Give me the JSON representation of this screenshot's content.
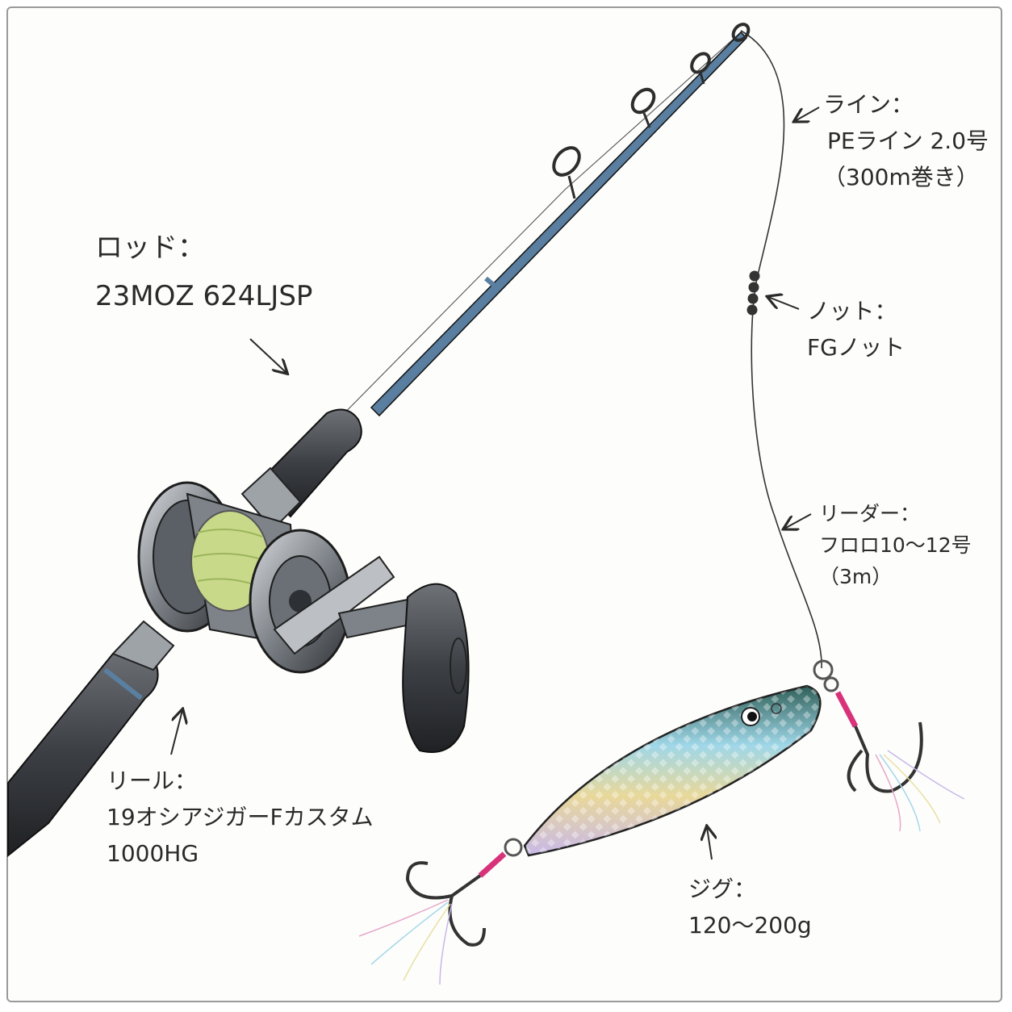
{
  "labels": {
    "rod": {
      "title": "ロッド：",
      "value": "23MOZ 624LJSP"
    },
    "reel": {
      "title": "リール：",
      "value1": "19オシアジガーFカスタム",
      "value2": "1000HG"
    },
    "line": {
      "title": "ライン：",
      "value1": "PEライン 2.0号",
      "value2": "（300m巻き）"
    },
    "knot": {
      "title": "ノット：",
      "value": "FGノット"
    },
    "leader": {
      "title": "リーダー：",
      "value1": "フロロ10〜12号",
      "value2": "（3m）"
    },
    "jig": {
      "title": "ジグ：",
      "value": "120〜200g"
    }
  },
  "colors": {
    "ink": "#2a2a2a",
    "grip": "#4a4d52",
    "reel_body": "#8d9196",
    "spool_line": "#c9d98a",
    "jig_back": "#2f5f58",
    "jig_belly": "#c8b8e8",
    "blank_accent": "#5a7fa0",
    "split_ring_wrap": "#d8337a"
  }
}
